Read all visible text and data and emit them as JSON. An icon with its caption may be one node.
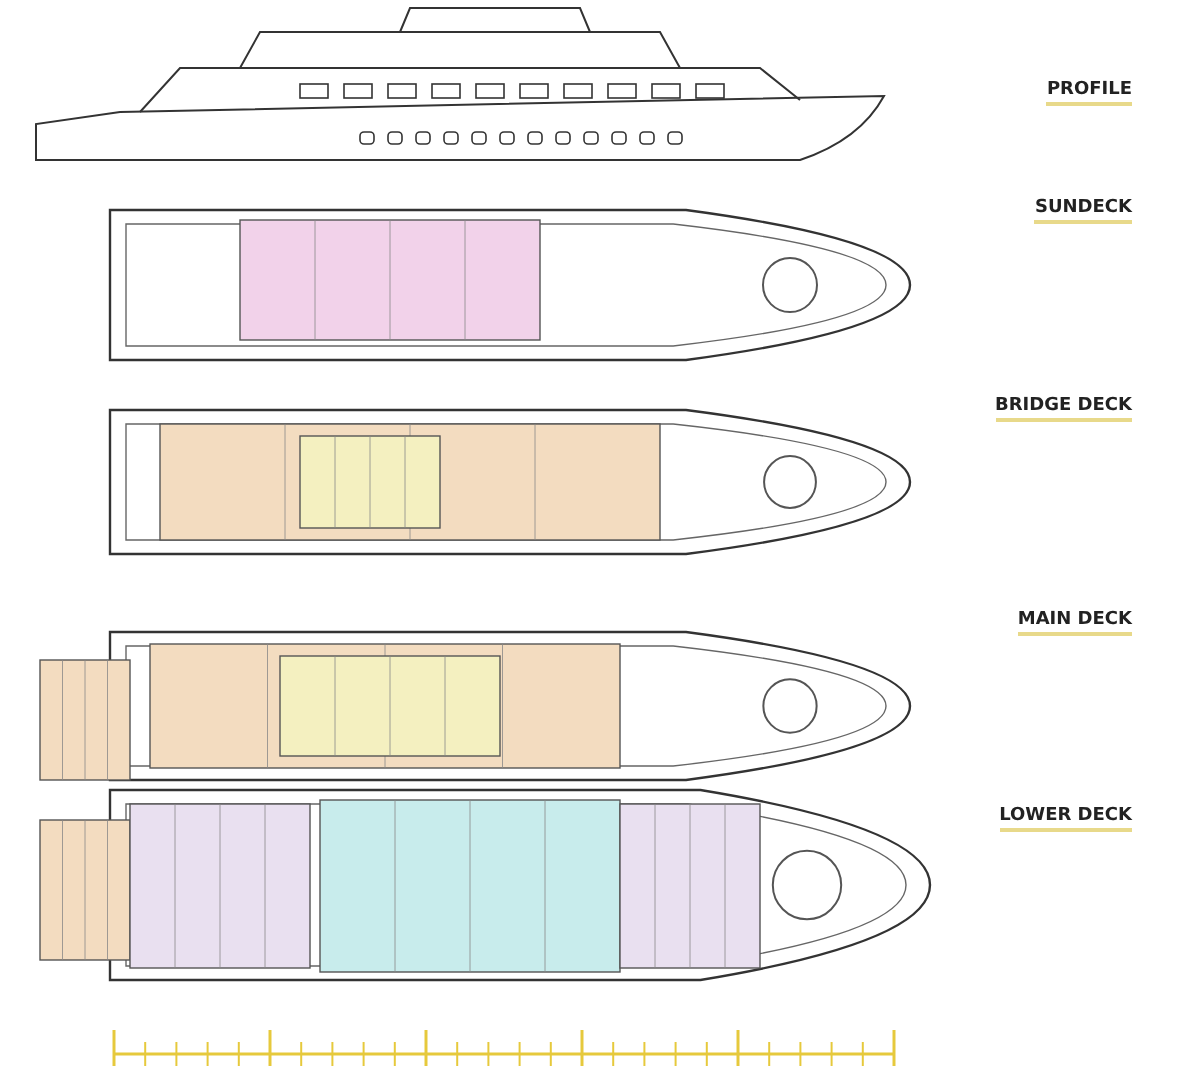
{
  "diagram": {
    "labels": [
      "PROFILE",
      "SUNDECK",
      "BRIDGE DECK",
      "MAIN DECK",
      "LOWER DECK"
    ]
  }
}
